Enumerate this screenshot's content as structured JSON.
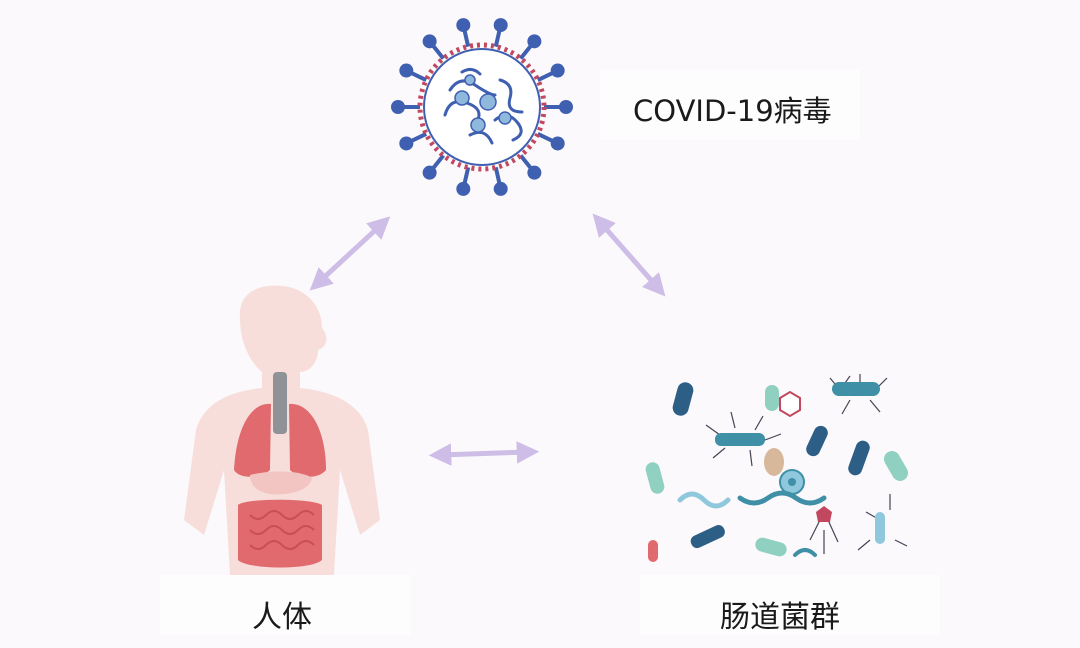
{
  "labels": {
    "virus": "COVID-19病毒",
    "human": "人体",
    "gut": "肠道菌群"
  },
  "icons": [
    "virus-icon",
    "human-body-icon",
    "gut-microbiota-icon"
  ],
  "colors": {
    "arrow": "#cdbde7",
    "virus_spike": "#3f5fb0",
    "virus_ring": "#c2485f",
    "organ": "#e06a6e",
    "body": "#f6d9d3"
  }
}
